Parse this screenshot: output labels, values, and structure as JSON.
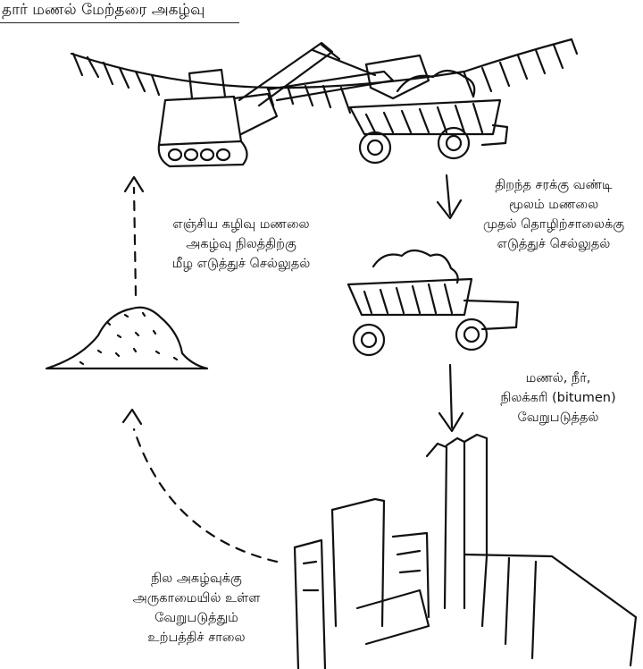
{
  "title": "தார் மணல் மேற்தரை அகழ்வு",
  "captions": {
    "haul": [
      "திறந்த சரக்கு வண்டி",
      "மூலம் மணலை",
      "முதல் தொழிற்சாலைக்கு",
      "எடுத்துச் செல்லுதல்"
    ],
    "separate": [
      "மணல், நீர்,",
      "நிலக்கரி (bitumen)",
      "வேறுபடுத்தல்"
    ],
    "plant": [
      "நில அகழ்வுக்கு",
      "அருகாமையில் உள்ள",
      "வேறுபடுத்தும்",
      "உற்பத்திச் சாலை"
    ],
    "return": [
      "எஞ்சிய கழிவு மணலை",
      "அகழ்வு நிலத்திற்கு",
      "மீழ எடுத்துச் செல்லுதல்"
    ]
  }
}
